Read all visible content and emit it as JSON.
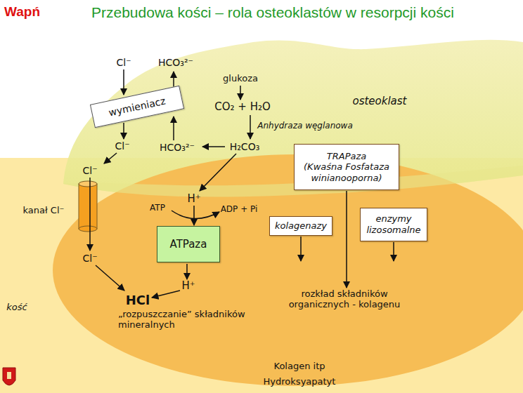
{
  "diagram": {
    "title": "Przebudowa kości – rola osteoklastów w resorpcji kości",
    "nodes": [
      {
        "text": [
          "wymieniacz"
        ]
      },
      {
        "text": [
          "TRAPaza",
          "(Kwaśna Fosfataza winianooporna)"
        ]
      },
      {
        "text": [
          "kolagenazy"
        ]
      },
      {
        "text": [
          "enzymy lizosomalne"
        ]
      },
      {
        "text": [
          "ATPaza"
        ]
      }
    ],
    "labels": [
      "Wapń",
      "Cl⁻",
      "HCO₃²⁻",
      "glukoza",
      "CO₂ + H₂O",
      "Anhydraza węglanowa",
      "osteoklast",
      "Cl⁻",
      "HCO₃²⁻",
      "H₂CO₃",
      "Cl⁻",
      "kanał Cl⁻",
      "ATP",
      "H⁺",
      "ADP + Pi",
      "Cl⁻",
      "H⁺",
      "HCl",
      "„rozpuszczanie” składników mineralnych",
      "kość",
      "rozkład składników organicznych - kolagenu",
      "Kolagen itp",
      "Hydroksyapatyt"
    ]
  }
}
